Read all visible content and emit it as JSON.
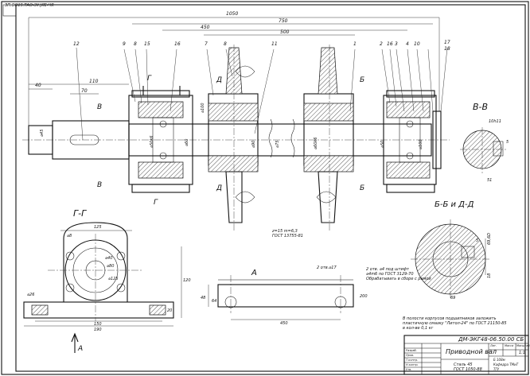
{
  "stamp": {
    "rotated_code": "ЗП.ОО15.ТАО-ЭУ.ЈЯЕ-ЧЯ"
  },
  "main_view": {
    "callouts": [
      "12",
      "9",
      "8",
      "15",
      "16",
      "7",
      "8",
      "11",
      "1",
      "2",
      "16",
      "3",
      "4",
      "10",
      "17",
      "18"
    ],
    "overall_dims": [
      "1050",
      "750",
      "450",
      "500"
    ],
    "left_dims": [
      "40",
      "110",
      "70"
    ],
    "section_marks": [
      "В",
      "В",
      "Г",
      "Г",
      "Д",
      "Д",
      "Б",
      "Б"
    ],
    "diam_labels": [
      "⌀45",
      "⌀50k6",
      "⌀60",
      "⌀100",
      "⌀90",
      "⌀75",
      "⌀60k6",
      "⌀50",
      "⌀100"
    ]
  },
  "section_vv": {
    "title": "В-В",
    "dims": [
      "10h11",
      "5",
      "51"
    ]
  },
  "section_bb": {
    "title": "Б-Б и Д-Д",
    "dims": [
      "69,6D",
      "18",
      "69",
      "5"
    ]
  },
  "section_gg": {
    "title": "Г-Г",
    "dims": [
      "125",
      "⌀8",
      "⌀40",
      "⌀80",
      "⌀125",
      "20",
      "120",
      "150",
      "190",
      "⌀26"
    ],
    "view_arrow": "A"
  },
  "view_a": {
    "title": "A",
    "dims": [
      "48",
      "64",
      "450",
      "200"
    ]
  },
  "notes": {
    "mount": [
      "2 отв. ⌀4 под штифт",
      "⌀4m6 по ГОСТ 3129-70",
      "Обрабатывать в сборе с рамой"
    ],
    "general": [
      "В полости корпусов подшипников заложить",
      "пластичную смазку \"Литол-24\" по ГОСТ 21150-85",
      "в кол-ве 0,1 кг"
    ],
    "gear_note": [
      "z=15 m=6,3",
      "ГОСТ 13755-81"
    ],
    "drill_note": "2 отв.⌀17"
  },
  "title_block": {
    "code": "ДМ-ЭКГ48-06.50.00 СБ",
    "name": "Приводной вал",
    "material": [
      "Сталь 45",
      "ГОСТ 1050-88"
    ],
    "org": [
      "Б 108м",
      "Кафедра ТМиТ",
      "ТГУ"
    ],
    "cols": [
      "Лит.",
      "Масса",
      "Масштаб"
    ],
    "scale": "1:1",
    "rows": [
      "Разраб.",
      "Пров.",
      "Т.контр.",
      "Н.контр.",
      "Утв."
    ]
  }
}
